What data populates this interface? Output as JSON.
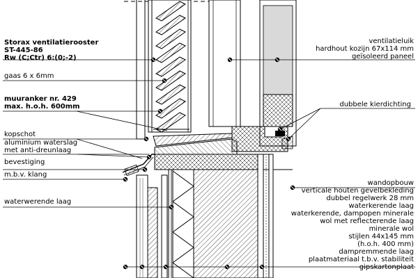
{
  "labels_left": {
    "grille_name": "Storax ventilatierooster",
    "grille_type": "ST-445-86",
    "grille_rw": "Rw (C;Ctr) 6:(0;-2)",
    "mesh": "gaas 6 x 6mm",
    "anchor_name": "muuranker nr. 429",
    "anchor_spacing": "max. h.o.h. 600mm",
    "head_piece": "kopschot",
    "sill_flashing_1": "aluminium waterslag",
    "sill_flashing_2": "met anti-dreunlaag",
    "fixing": "bevestiging",
    "clip": "m.b.v. klang",
    "water_barrier": "waterwerende laag"
  },
  "labels_right": {
    "hatch_title": "ventilatieluik",
    "hatch_frame": "hardhout kozijn 67x114 mm",
    "hatch_panel": "geïsoleerd paneel",
    "seal": "dubbele kierdichting",
    "wall_title": "wandopbouw",
    "wall_layers": [
      "verticale houten gevelbekleding",
      "dubbel regelwerk 28 mm",
      "waterkerende laag",
      "waterkerende, dampopen minerale",
      "wol met reflecterende laag",
      "minerale wol",
      "stijlen 44x145 mm",
      "(h.o.h. 400 mm)",
      "dampremmende laag",
      "plaatmateriaal t.b.v. stabiliteit",
      "gipskartonplaat"
    ]
  }
}
